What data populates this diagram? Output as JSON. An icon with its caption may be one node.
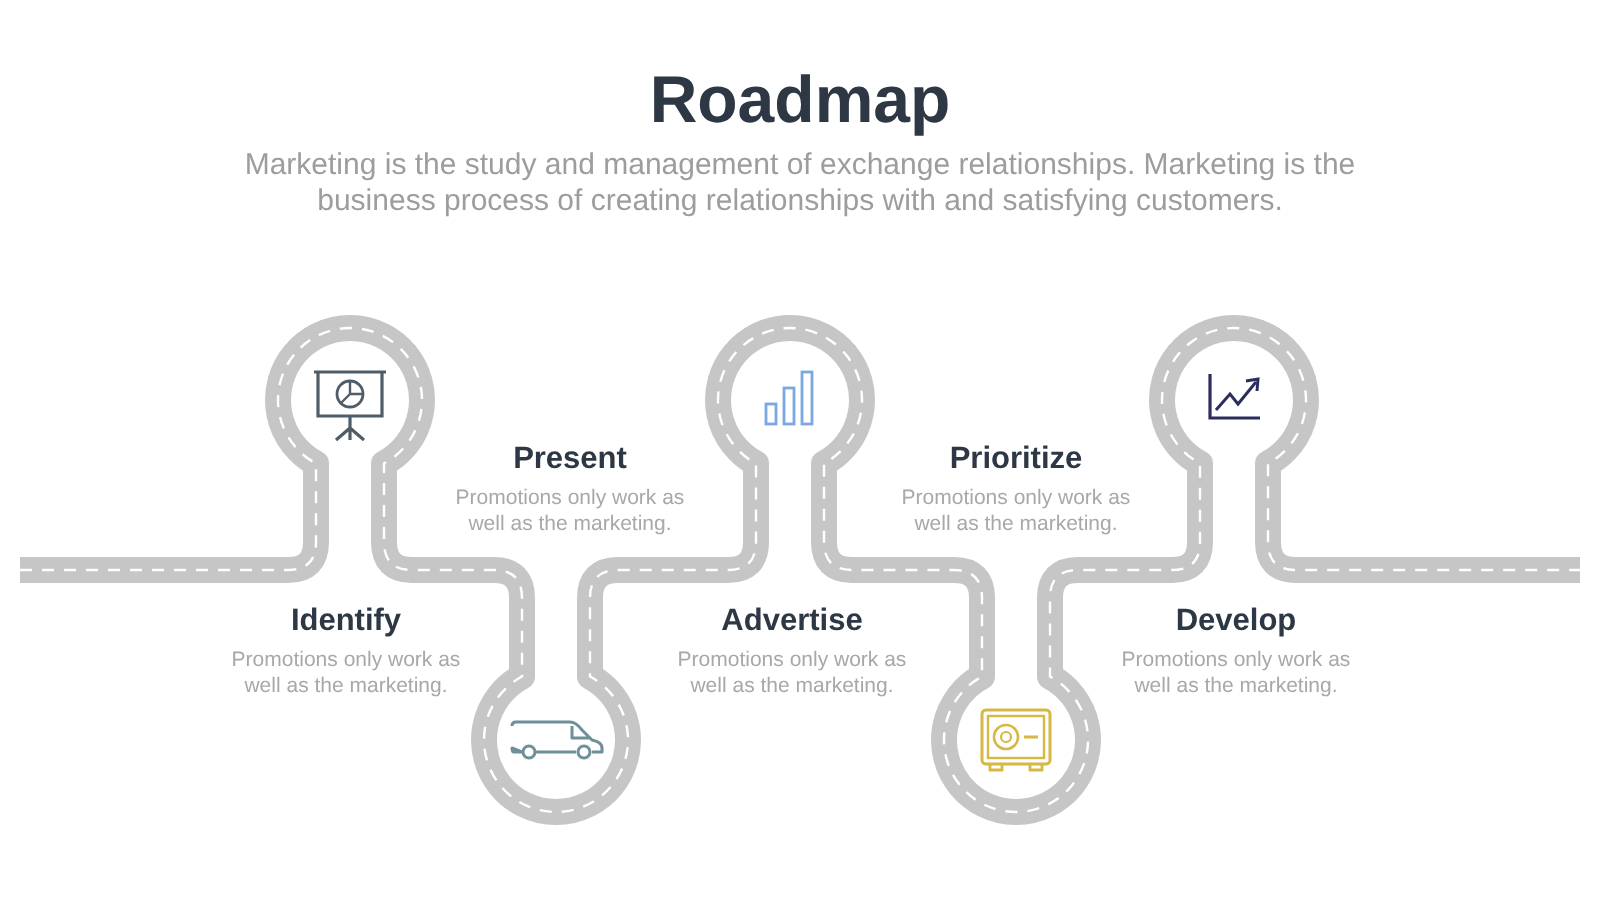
{
  "diagram": {
    "title": "Roadmap",
    "labels": [
      "Marketing is the study and management of exchange relationships. Marketing is the business process of creating relationships with and satisfying customers.",
      "Identify",
      "Promotions only work as well as the marketing.",
      "Present",
      "Promotions only work as well as the marketing.",
      "Advertise",
      "Promotions only work as well as the marketing.",
      "Prioritize",
      "Promotions only work as well as the marketing.",
      "Develop",
      "Promotions only work as well as the marketing."
    ]
  }
}
